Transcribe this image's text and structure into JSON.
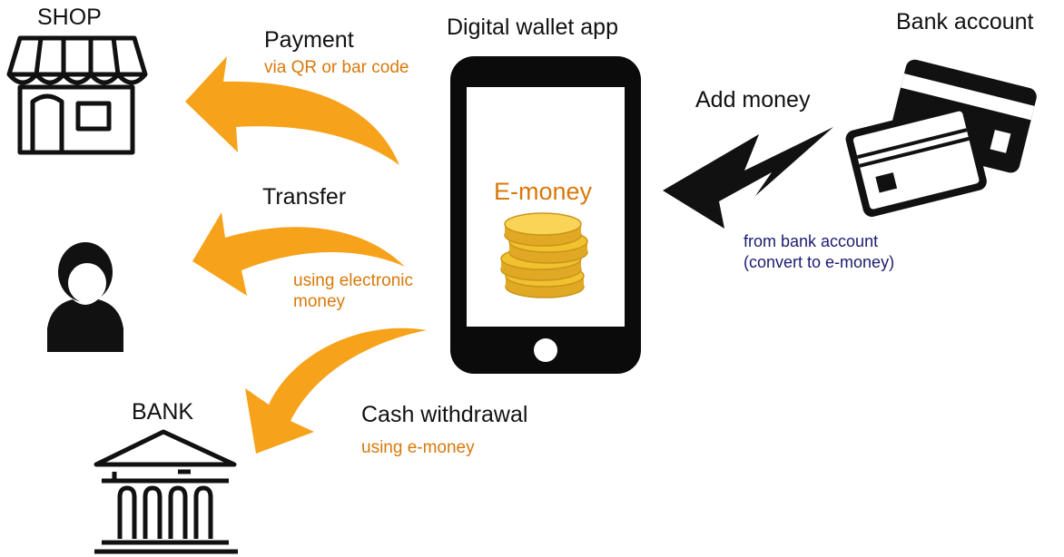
{
  "labels": {
    "shop": "SHOP",
    "bank": "BANK",
    "digital_wallet": "Digital wallet app",
    "bank_account": "Bank account",
    "emoney": "E-money",
    "payment": "Payment",
    "payment_sub": "via QR or bar code",
    "transfer": "Transfer",
    "transfer_sub_1": "using electronic",
    "transfer_sub_2": "money",
    "cash_withdrawal": "Cash withdrawal",
    "cash_sub": "using e-money",
    "add_money": "Add money",
    "add_money_sub_1": "from bank account",
    "add_money_sub_2": "(convert to e-money)"
  },
  "icons": {
    "shop": "storefront-icon",
    "person": "person-icon",
    "bank": "bank-building-icon",
    "phone": "smartphone-icon",
    "coins": "coin-stack-icon",
    "cards": "bank-cards-icon"
  },
  "colors": {
    "arrow_orange": "#f7a21b",
    "text_orange": "#d9780a",
    "text_navy": "#1b1b70",
    "ink": "#111111",
    "coin_gold": "#f2c12e",
    "coin_edge": "#c9961a"
  }
}
